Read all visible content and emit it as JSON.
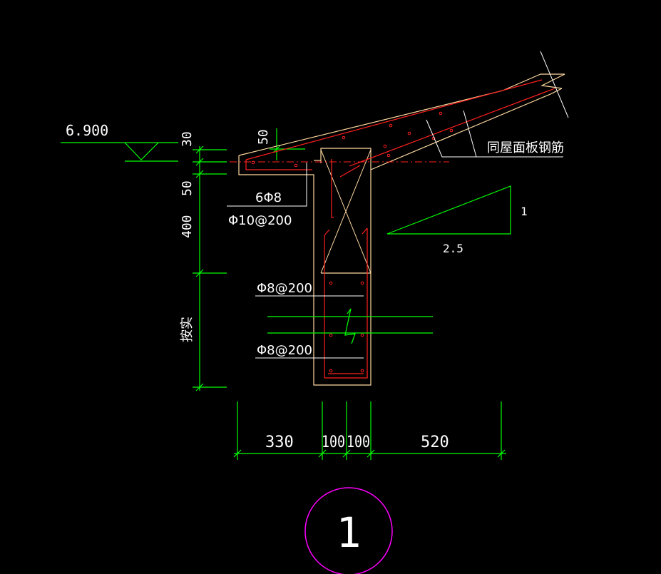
{
  "drawing": {
    "elevation": "6.900",
    "slab_label": "同屋面板钢筋",
    "rebar_top": "6Φ8",
    "rebar_stirrup_top": "Φ10@200",
    "rebar_wall_1": "Φ8@200",
    "rebar_wall_2": "Φ8@200",
    "slope_rise": "1",
    "slope_run": "2.5",
    "detail_number": "1"
  },
  "vertical_dims": [
    "30",
    "50",
    "50",
    "400",
    "按实"
  ],
  "horizontal_dims": [
    "330",
    "100",
    "100",
    "520"
  ],
  "colors": {
    "background": "#000000",
    "dimension": "#00ff00",
    "concrete_outline": "#ffd9a0",
    "rebar": "#ff2020",
    "text": "#ffffff",
    "detail_circle": "#ff00ff"
  }
}
